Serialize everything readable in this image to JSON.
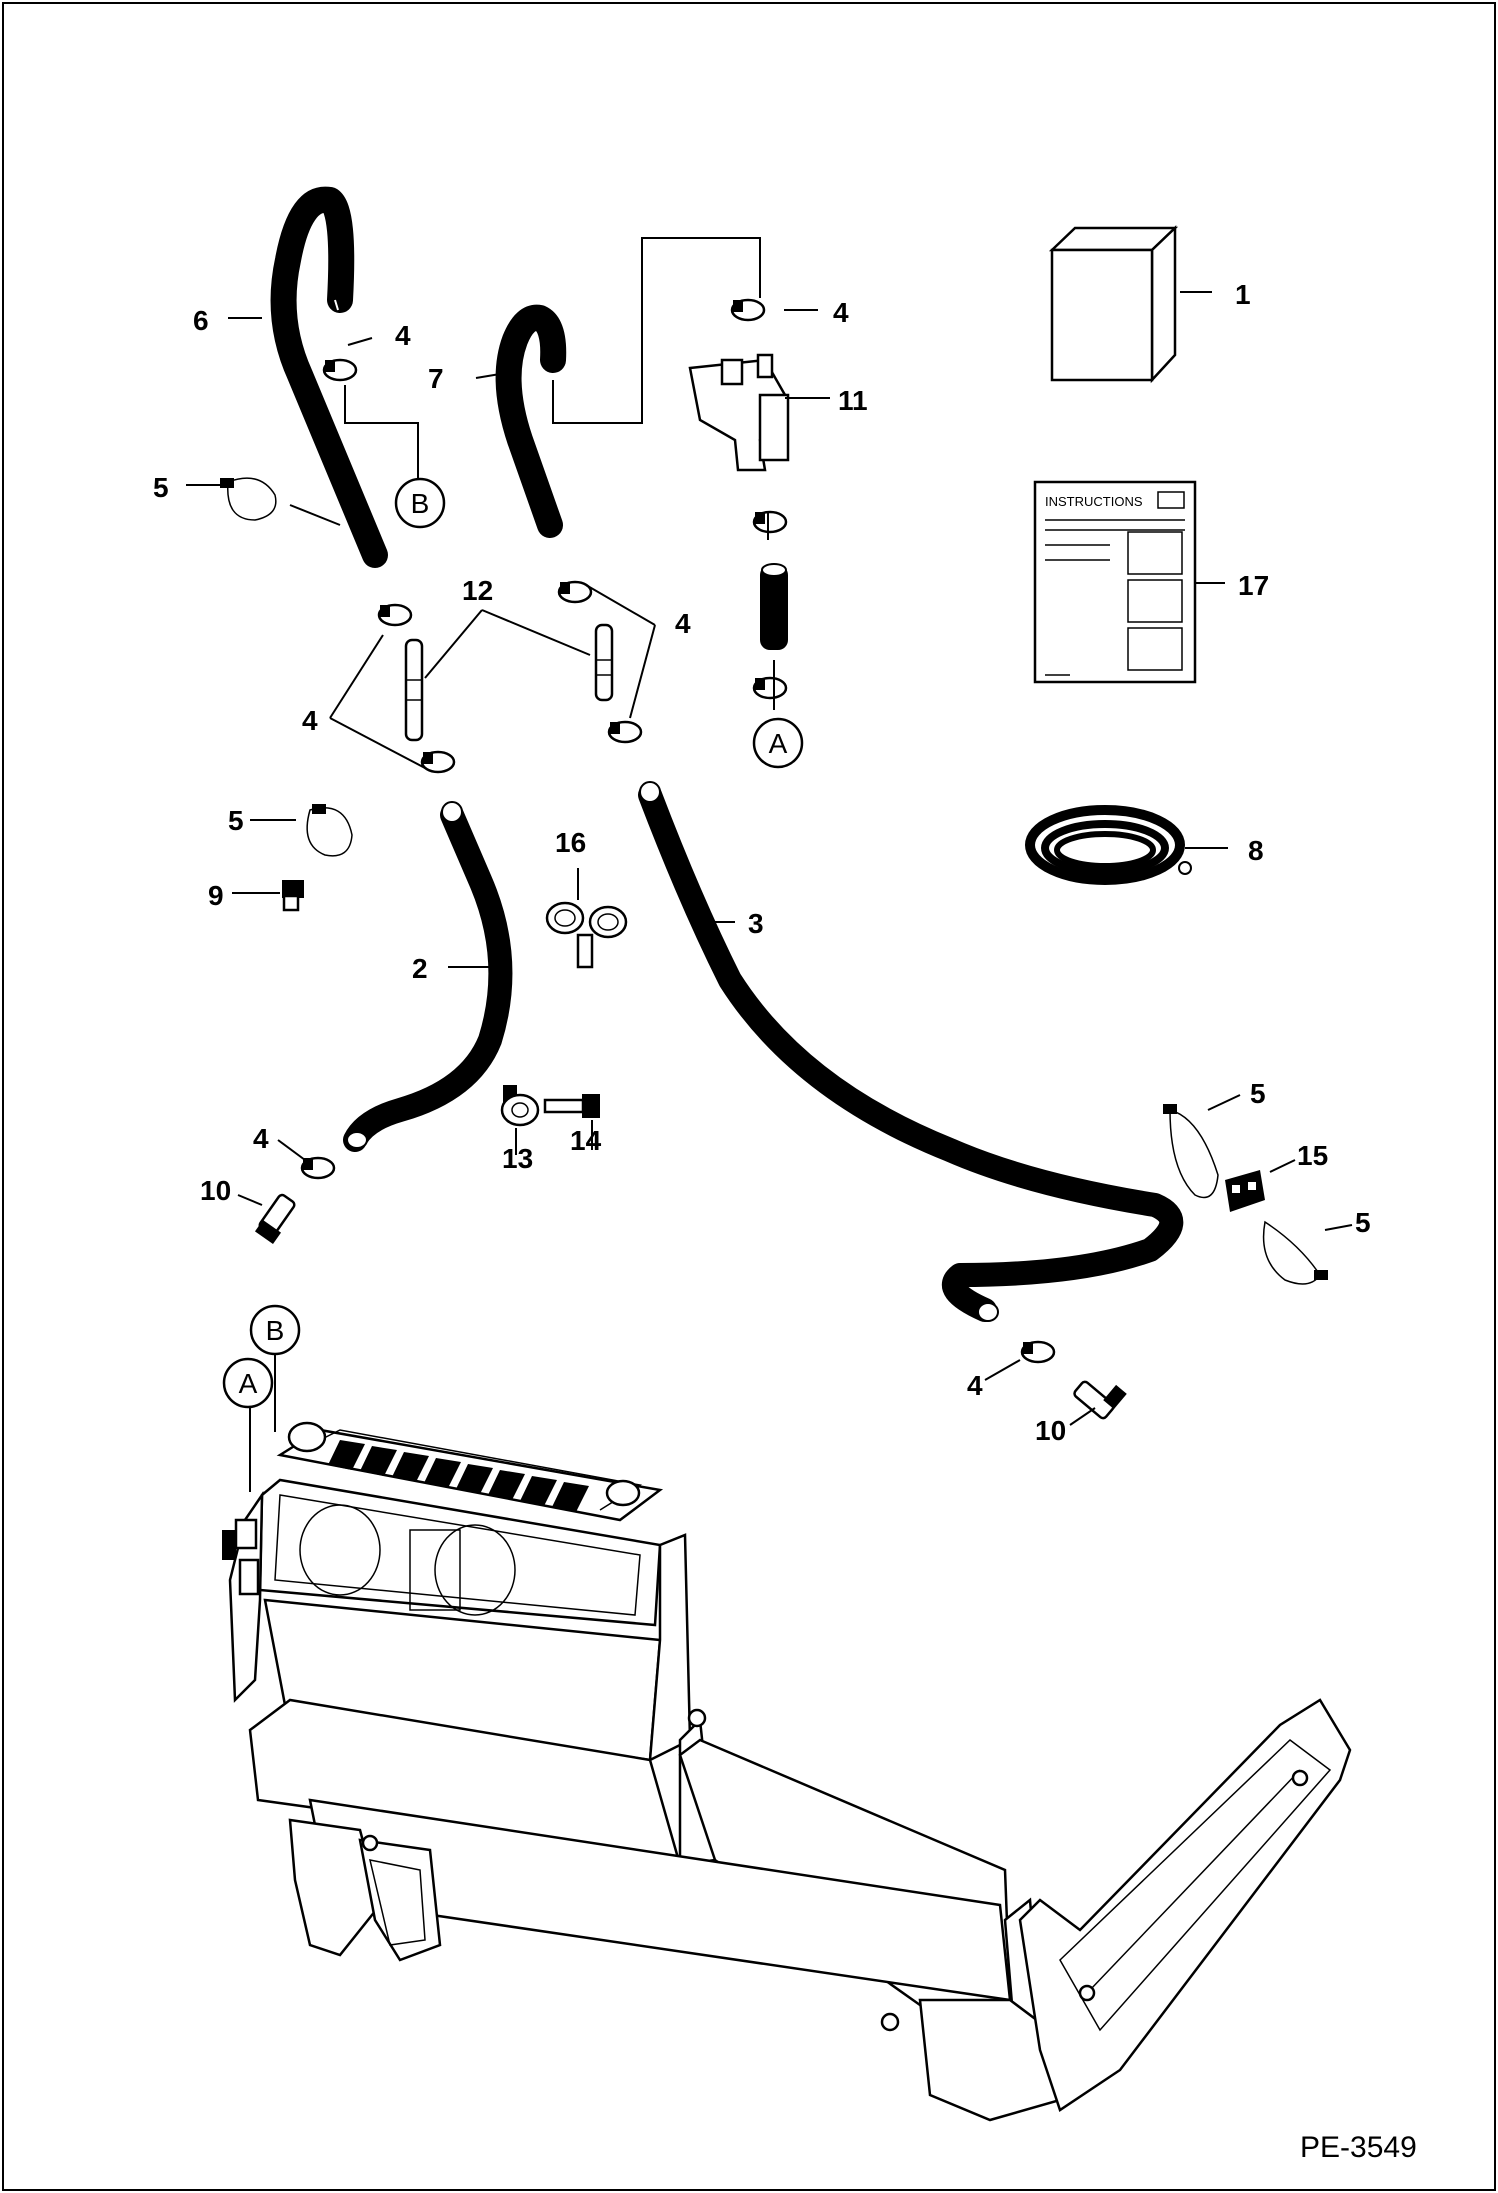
{
  "figure_id": "PE-3549",
  "instructions_label": "INSTRUCTIONS",
  "connectors": {
    "a": "A",
    "b": "B"
  },
  "callouts": {
    "c1": "1",
    "c2": "2",
    "c3": "3",
    "c4a": "4",
    "c4b": "4",
    "c4c": "4",
    "c4d": "4",
    "c4e": "4",
    "c4f": "4",
    "c5a": "5",
    "c5b": "5",
    "c5c": "5",
    "c5d": "5",
    "c6": "6",
    "c7": "7",
    "c8": "8",
    "c9": "9",
    "c10a": "10",
    "c10b": "10",
    "c11": "11",
    "c12": "12",
    "c13": "13",
    "c14": "14",
    "c15": "15",
    "c16": "16",
    "c17": "17"
  }
}
